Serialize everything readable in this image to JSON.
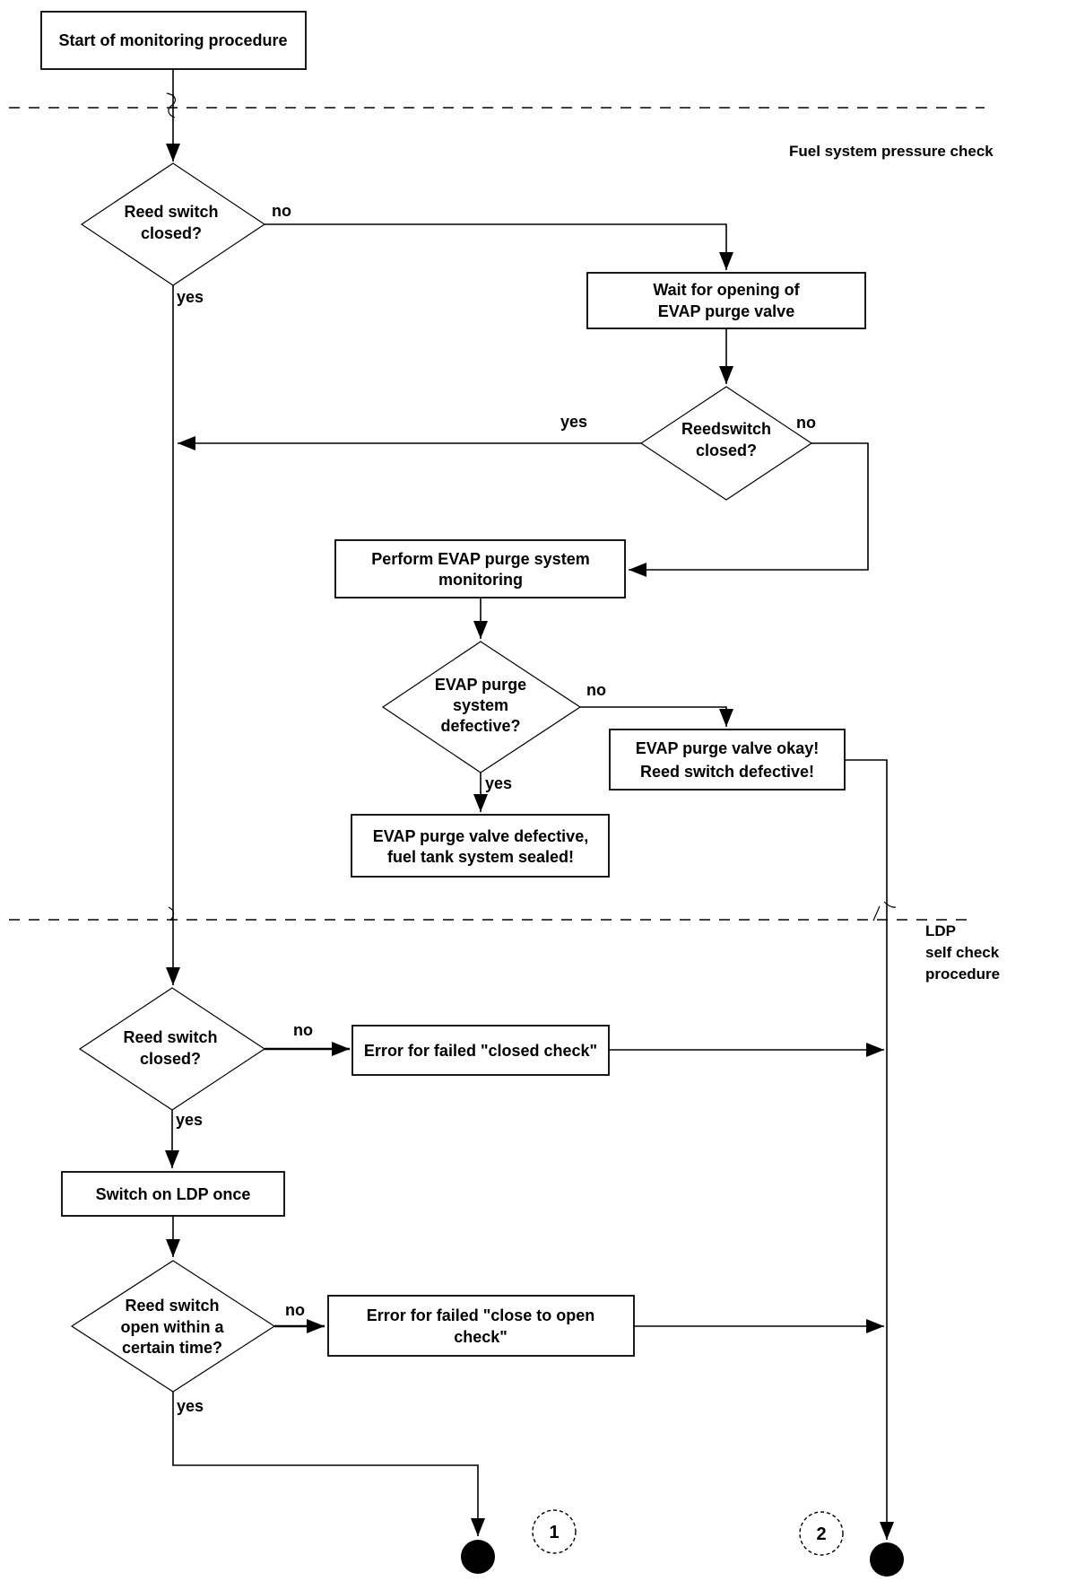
{
  "sections": {
    "fuel_check_label": "Fuel system pressure check",
    "ldp_label_lines": [
      "LDP",
      "self check",
      "procedure"
    ]
  },
  "labels": {
    "yes": "yes",
    "no": "no"
  },
  "nodes": {
    "start": {
      "lines": [
        "Start of monitoring procedure"
      ]
    },
    "reed_switch_closed_1": {
      "lines": [
        "Reed switch",
        "closed?"
      ]
    },
    "wait_evap": {
      "lines": [
        "Wait for opening of",
        "EVAP purge valve"
      ]
    },
    "reedswitch_closed_2": {
      "lines": [
        "Reedswitch",
        "closed?"
      ]
    },
    "perform_monitoring": {
      "lines": [
        "Perform EVAP purge system",
        "monitoring"
      ]
    },
    "evap_system_defective": {
      "lines": [
        "EVAP purge",
        "system",
        "defective?"
      ]
    },
    "evap_valve_okay": {
      "lines": [
        "EVAP purge valve okay!",
        "Reed switch defective!"
      ]
    },
    "evap_valve_defective": {
      "lines": [
        "EVAP purge valve defective,",
        "fuel tank system sealed!"
      ]
    },
    "reed_switch_closed_3": {
      "lines": [
        "Reed switch",
        "closed?"
      ]
    },
    "error_closed_check": {
      "lines": [
        "Error for failed \"closed check\""
      ]
    },
    "switch_on_ldp": {
      "lines": [
        "Switch on LDP once"
      ]
    },
    "reed_switch_open": {
      "lines": [
        "Reed switch",
        "open within a",
        "certain time?"
      ]
    },
    "error_close_to_open": {
      "lines": [
        "Error for failed \"close to open",
        "check\""
      ]
    }
  },
  "connectors": {
    "circle_1": "1",
    "circle_2": "2"
  },
  "colors": {
    "line": "#000000",
    "background": "#ffffff"
  }
}
